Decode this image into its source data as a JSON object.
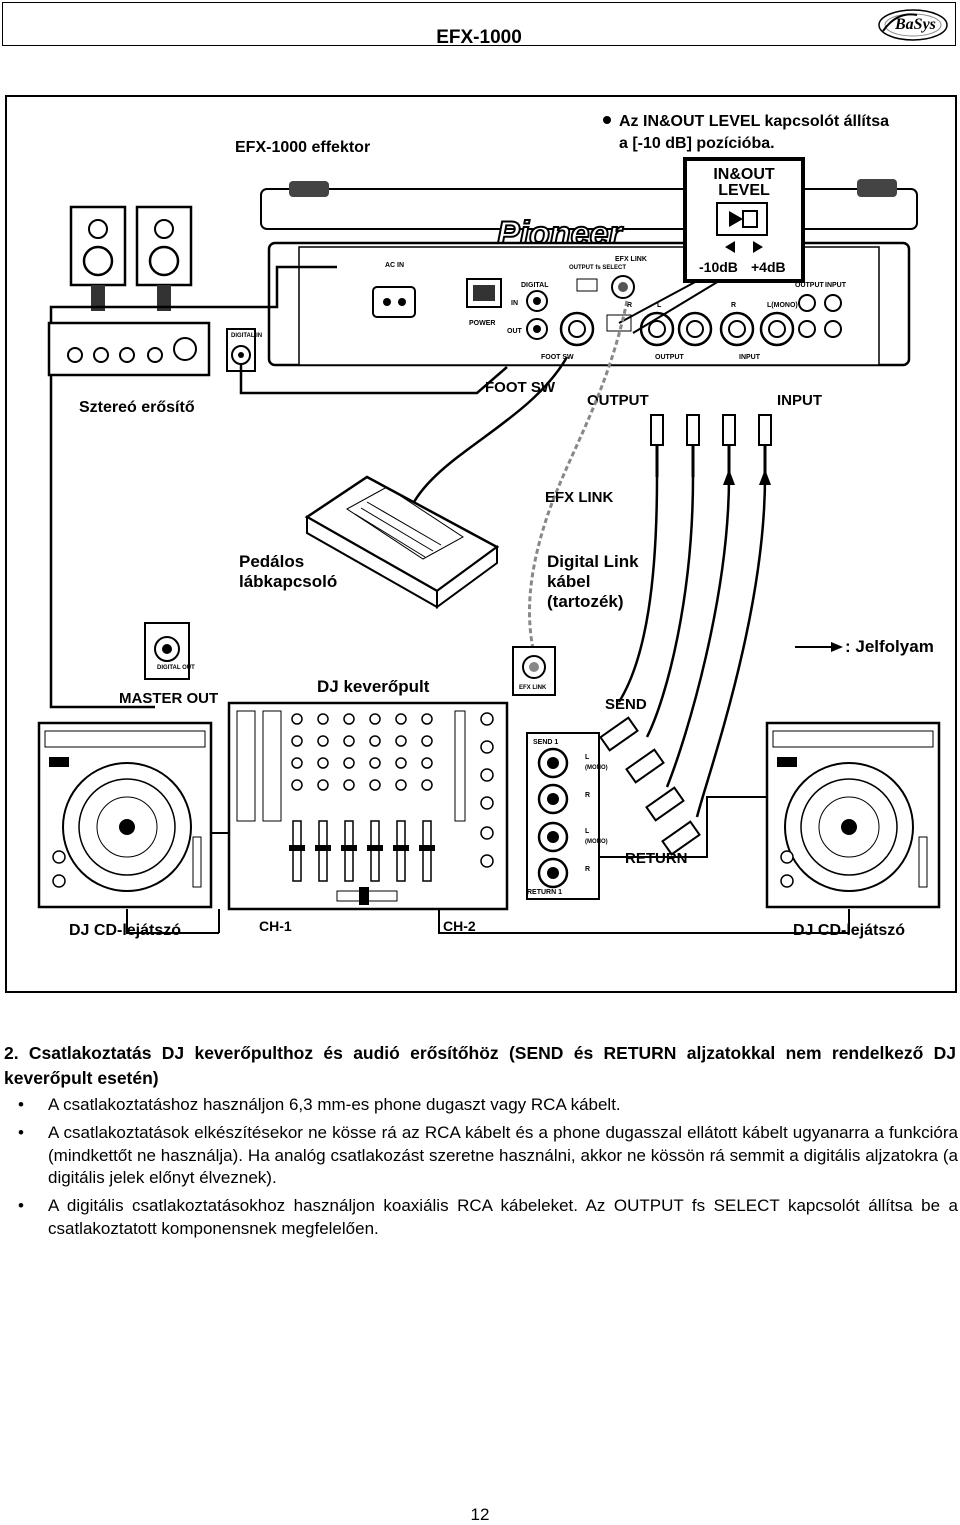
{
  "header": {
    "title": "EFX-1000",
    "logo_text": "BaSys"
  },
  "diagram": {
    "note": "Az IN&OUT LEVEL kapcsolót állítsa a [-10 dB] pozícióba.",
    "note_line1": "Az IN&OUT LEVEL kapcsolót állítsa",
    "note_line2": "a [-10 dB] pozícióba.",
    "efx_label": "EFX-1000 effektor",
    "inout_level": "IN&OUT LEVEL",
    "inout_line1": "IN&OUT",
    "inout_line2": "LEVEL",
    "minus10": "-10dB",
    "plus4": "+4dB",
    "brand": "Pioneer",
    "panel": {
      "ac_in": "AC IN",
      "power": "POWER",
      "digital": "DIGITAL",
      "in": "IN",
      "out": "OUT",
      "output_fs": "OUTPUT fs SELECT",
      "efx_link": "EFX LINK",
      "output": "OUTPUT",
      "input": "INPUT",
      "foot_sw": "FOOT SW",
      "l": "L",
      "r": "R",
      "l_mono": "L(MONO)"
    },
    "amp_label": "Sztereó erősítő",
    "amp_digital_in": "DIGITAL IN",
    "foot_sw": "FOOT SW",
    "output": "OUTPUT",
    "input": "INPUT",
    "efx_link": "EFX LINK",
    "pedal_line1": "Pedálos",
    "pedal_line2": "lábkapcsoló",
    "cable_line1": "Digital Link",
    "cable_line2": "kábel",
    "cable_line3": "(tartozék)",
    "legend": ": Jelfolyam",
    "digital_out": "DIGITAL OUT",
    "master_out": "MASTER OUT",
    "mixer_label": "DJ keverőpult",
    "mixer_efx_link": "EFX LINK",
    "send": "SEND",
    "return": "RETURN",
    "send_1": "SEND 1",
    "return_1": "RETURN 1",
    "mono": "(MONO)",
    "cdj_left": "DJ CD-lejátszó",
    "cdj_right": "DJ CD-lejátszó",
    "ch1": "CH-1",
    "ch2": "CH-2"
  },
  "section": {
    "heading": "2. Csatlakoztatás DJ keverőpulthoz és audió erősítőhöz (SEND és RETURN aljzatokkal nem rendelkező DJ keverőpult esetén)"
  },
  "bullets": [
    "A csatlakoztatáshoz használjon 6,3 mm-es phone dugaszt vagy RCA kábelt.",
    "A csatlakoztatások elkészítésekor ne kösse rá az RCA kábelt és a phone dugasszal ellátott kábelt ugyanarra a funkcióra (mindkettőt ne használja). Ha analóg csatlakozást szeretne használni, akkor ne kössön rá semmit a digitális aljzatokra (a digitális jelek előnyt élveznek).",
    "A digitális csatlakoztatásokhoz használjon koaxiális RCA kábeleket. Az OUTPUT fs SELECT kapcsolót állítsa be a csatlakoztatott komponensnek megfelelően."
  ],
  "bullet_symbol": "•",
  "page_number": "12"
}
